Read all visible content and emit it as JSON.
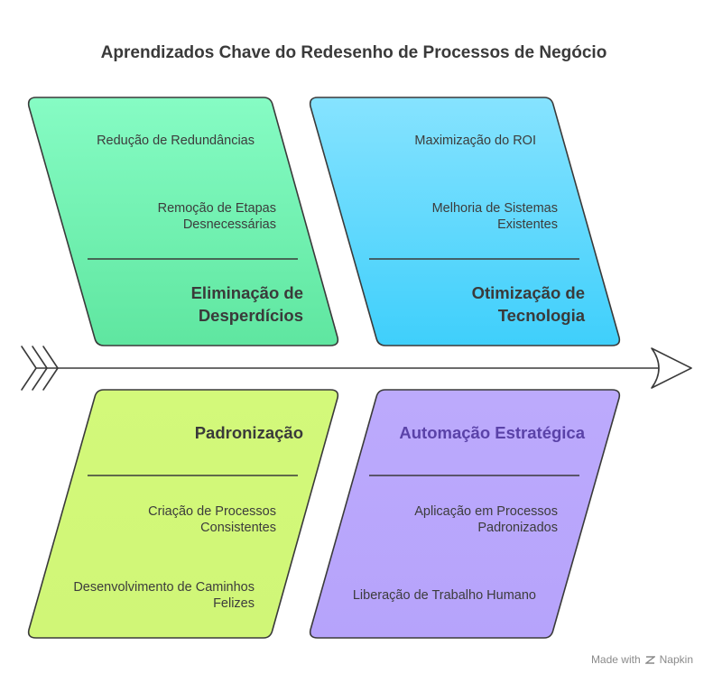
{
  "title": "Aprendizados Chave do Redesenho de Processos de Negócio",
  "colors": {
    "green": "#5fe6a0",
    "cyan": "#3fcffb",
    "lime": "#d3f97a",
    "purple": "#b9a6fb",
    "outline": "#3a3a3a",
    "purple_text": "#5a42a8"
  },
  "panels": [
    {
      "heading": [
        "Eliminação de",
        "Desperdícios"
      ],
      "items": [
        [
          "Redução de Redundâncias"
        ],
        [
          "Remoção de Etapas",
          "Desnecessárias"
        ]
      ]
    },
    {
      "heading": [
        "Otimização de",
        "Tecnologia"
      ],
      "items": [
        [
          "Maximização do ROI"
        ],
        [
          "Melhoria de Sistemas",
          "Existentes"
        ]
      ]
    },
    {
      "heading": [
        "Padronização"
      ],
      "items": [
        [
          "Criação de Processos",
          "Consistentes"
        ],
        [
          "Desenvolvimento de Caminhos",
          "Felizes"
        ]
      ]
    },
    {
      "heading": [
        "Automação Estratégica"
      ],
      "items": [
        [
          "Aplicação em Processos",
          "Padronizados"
        ],
        [
          "Liberação de Trabalho Humano"
        ]
      ]
    }
  ],
  "credit": {
    "made_with": "Made with",
    "brand": "Napkin"
  }
}
